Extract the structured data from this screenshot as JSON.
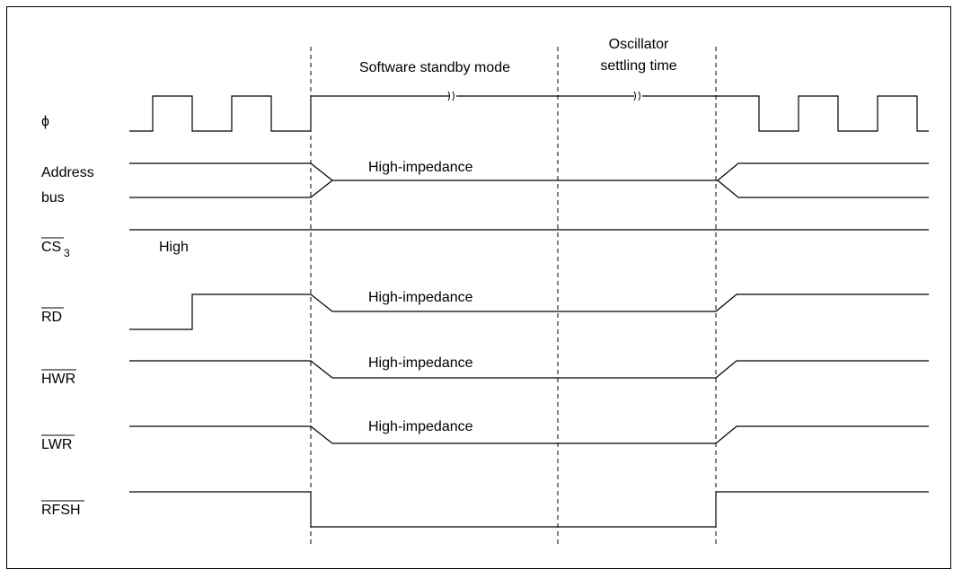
{
  "phases": {
    "software_standby": "Software standby mode",
    "oscillator_line1": "Oscillator",
    "oscillator_line2": "settling time"
  },
  "signals": {
    "phi": {
      "label": "ϕ"
    },
    "address_bus": {
      "label_line1": "Address",
      "label_line2": "bus",
      "state": "High-impedance"
    },
    "cs3": {
      "label": "CS",
      "subscript": "3",
      "state": "High"
    },
    "rd": {
      "label": "RD",
      "state": "High-impedance"
    },
    "hwr": {
      "label": "HWR",
      "state": "High-impedance"
    },
    "lwr": {
      "label": "LWR",
      "state": "High-impedance"
    },
    "rfsh": {
      "label": "RFSH"
    }
  }
}
